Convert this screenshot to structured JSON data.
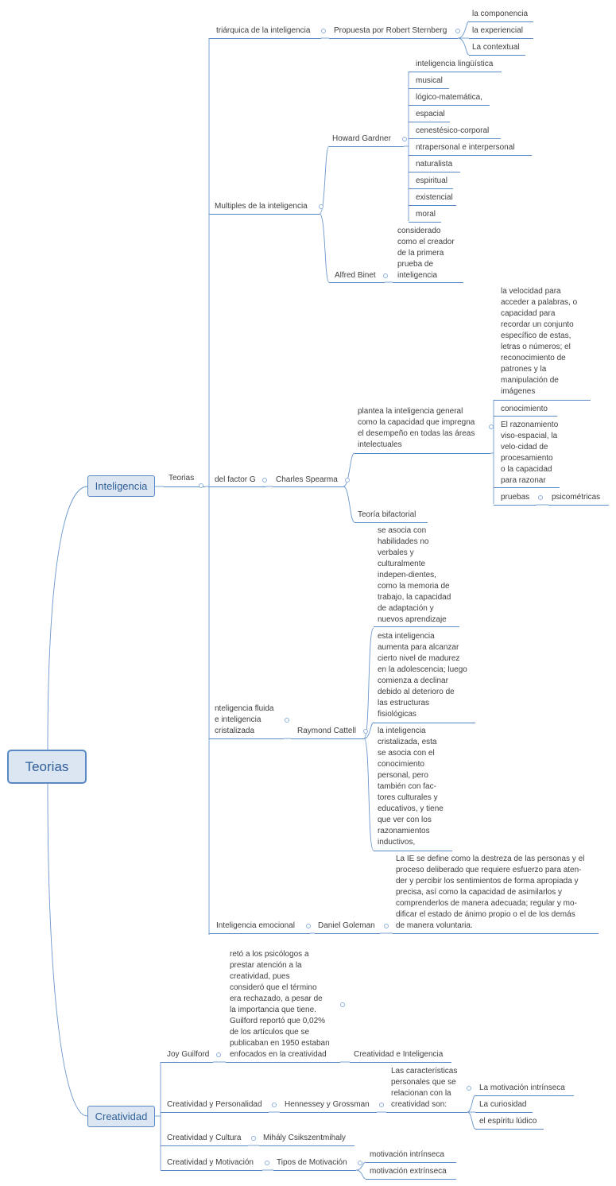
{
  "root": "Teorias",
  "inteligencia": {
    "label": "Inteligencia",
    "teorias": "Teorias",
    "triarquica": {
      "label": "triárquica de la inteligencia",
      "propuesta": "Propuesta por Robert Sternberg",
      "items": [
        "la componencia",
        "la experiencial",
        "La contextual"
      ]
    },
    "multiples": {
      "label": "Multiples de la inteligencia",
      "gardner": "Howard Gardner",
      "gardner_items": [
        "inteligencia lingüística",
        "musical",
        "lógico-matemática,",
        "espacial",
        "cenestésico-corporal",
        "ntrapersonal  e  interpersonal",
        "naturalista",
        "espiritual",
        "existencial",
        "moral"
      ],
      "binet": "Alfred Binet",
      "binet_desc": "considerado\ncomo el creador\nde la primera\nprueba de\ninteligencia"
    },
    "factor_g": {
      "label": "del factor G",
      "spearman": "Charles Spearma",
      "plantea": " plantea la inteligencia general\ncomo la capacidad que impregna\nel desempeño en todas las áreas\nintelectuales",
      "velocidad": "la velocidad para\nacceder a palabras, o\ncapacidad para\nrecordar un  conjunto\nespecífico  de  estas,\nletras  o  números;  el\nreconocimiento de\npatrones y la\nmanipulación de\nimágenes",
      "conocimiento": "conocimiento",
      "razonamiento": "El razonamiento\nviso-espacial, la\nvelo-cidad de\nprocesamiento\no la capacidad\npara razonar",
      "pruebas": "pruebas",
      "psicometricas": "psicométricas",
      "bifactorial": "Teoría bifactorial"
    },
    "fluida": {
      "label": "nteligencia fluida\ne inteligencia\ncristalizada",
      "cattell": "Raymond Cattell",
      "desc1": "se asocia con\nhabilidades no\nverbales y\nculturalmente\nindepen-dientes,\ncomo la memoria de\ntrabajo, la capacidad\nde adaptación y\nnuevos aprendizaje",
      "desc2": "esta inteligencia\naumenta para alcanzar\ncierto nivel de madurez\nen la adolescencia; luego\ncomienza a declinar\ndebido al deterioro de\nlas estructuras\nfisiológicas",
      "desc3": "la  inteligencia\ncristalizada,  esta\nse  asocia  con el\nconocimiento\npersonal, pero\ntambién con fac-\ntores culturales y\neducativos, y tiene\nque ver con los\nrazonamientos\ninductivos,"
    },
    "emocional": {
      "label": "Inteligencia emocional",
      "goleman": "Daniel Goleman",
      "desc": "La IE se define como la destreza de las personas y el\nproceso deliberado que requiere esfuerzo para aten-\nder y percibir los sentimientos de forma apropiada y\nprecisa,  así  como  la  capacidad  de  asimilarlos  y\ncomprenderlos de manera adecuada; regular y mo-\ndificar el estado de ánimo propio o el de los demás\nde manera voluntaria."
    }
  },
  "creatividad": {
    "label": "Creatividad",
    "guilford": {
      "label": "Joy Guilford",
      "desc": "retó a los psicólogos a\nprestar atención  a  la\ncreatividad,  pues\nconsideró  que  el  término\nera  rechazado,  a  pesar de\nla importancia que tiene.\nGuilford reportó que 0,02%\nde los artículos que se\npublicaban en 1950 estaban\nenfocados en la creatividad",
      "ci": "Creatividad e Inteligencia"
    },
    "personalidad": {
      "label": "Creatividad y Personalidad",
      "hennessey": "Hennessey y Grossman",
      "desc": "Las características\npersonales que se\nrelacionan con la\ncreatividad son:",
      "items": [
        "La motivación intrínseca",
        "La curiosidad",
        "el espíritu lúdico"
      ]
    },
    "cultura": {
      "label": "Creatividad y Cultura",
      "mihaly": "Mihály Csikszentmihaly"
    },
    "motivacion": {
      "label": "Creatividad y Motivación",
      "tipos": "Tipos de Motivación",
      "items": [
        "motivación intrínseca",
        "motivación extrínseca"
      ]
    }
  }
}
